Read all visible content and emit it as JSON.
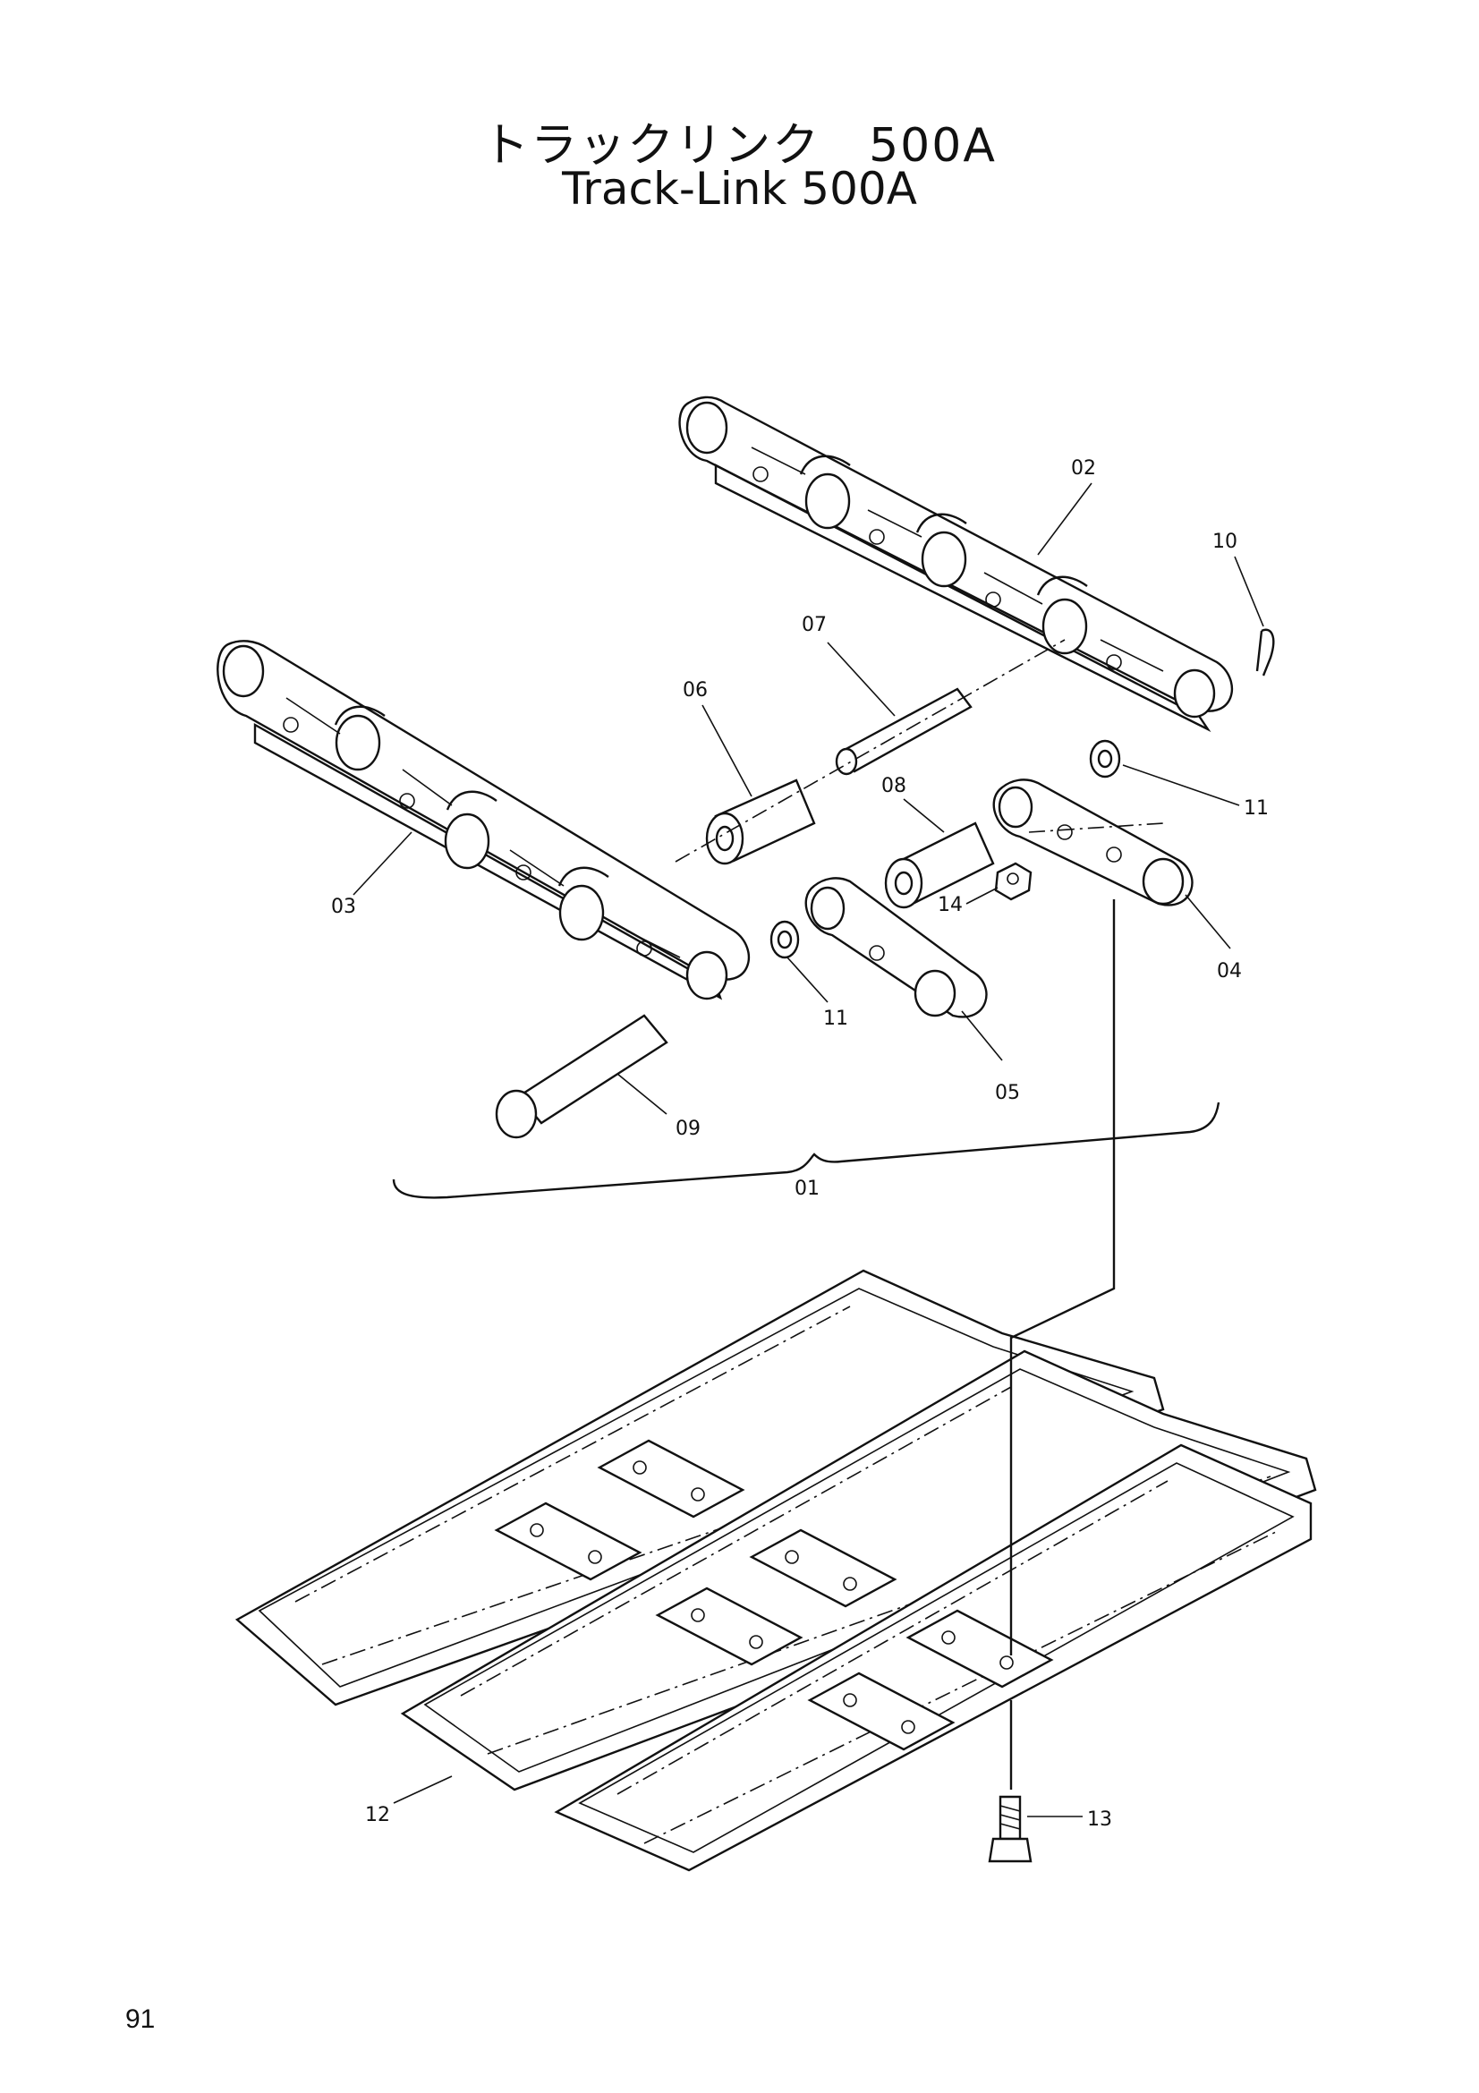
{
  "title_ja": "トラックリンク　500A",
  "title_en": "Track-Link 500A",
  "page_number": "91",
  "callouts": {
    "c01": "01",
    "c02": "02",
    "c03": "03",
    "c04": "04",
    "c05": "05",
    "c06": "06",
    "c07": "07",
    "c08": "08",
    "c09": "09",
    "c10": "10",
    "c11a": "11",
    "c11b": "11",
    "c12": "12",
    "c13": "13",
    "c14": "14"
  }
}
